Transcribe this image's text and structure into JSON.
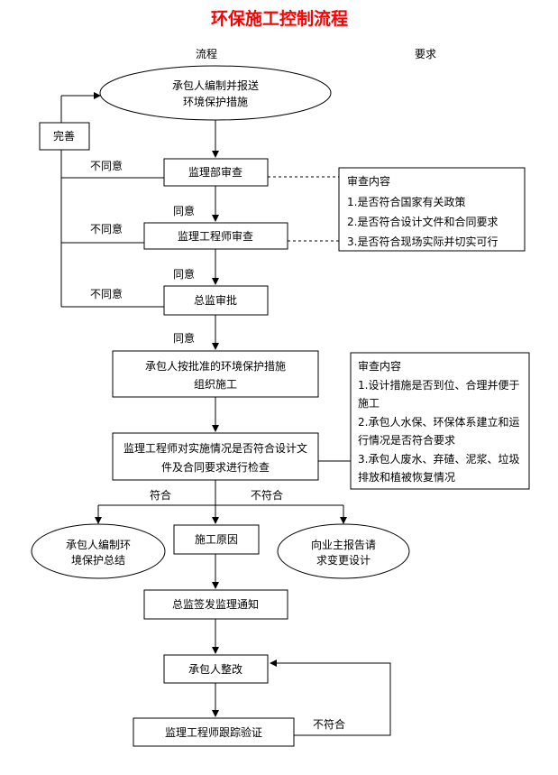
{
  "title": "环保施工控制流程",
  "headers": {
    "flow": "流程",
    "requirement": "要求"
  },
  "nodes": {
    "start_l1": "承包人编制并报送",
    "start_l2": "环境保护措施",
    "perfect": "完善",
    "dept_review": "监理部审查",
    "engineer_review": "监理工程师审查",
    "chief_approve": "总监审批",
    "implement_l1": "承包人按批准的环境保护措施",
    "implement_l2": "组织施工",
    "inspect_l1": "监理工程师对实施情况是否符合设计文",
    "inspect_l2": "件及合同要求进行检查",
    "summary_l1": "承包人编制环",
    "summary_l2": "境保护总结",
    "cause": "施工原因",
    "owner_l1": "向业主报告请",
    "owner_l2": "求变更设计",
    "notice": "总监签发监理通知",
    "rectify": "承包人整改",
    "verify": "监理工程师跟踪验证"
  },
  "edge_labels": {
    "disagree1": "不同意",
    "agree1": "同意",
    "disagree2": "不同意",
    "agree2": "同意",
    "disagree3": "不同意",
    "agree3": "同意",
    "conform": "符合",
    "nonconform1": "不符合",
    "nonconform2": "不符合"
  },
  "review_box1": {
    "title": "审查内容",
    "items": [
      "1.是否符合国家有关政策",
      "2.是否符合设计文件和合同要求",
      "3.是否符合现场实际并切实可行"
    ]
  },
  "review_box2": {
    "title": "审查内容",
    "lines": [
      "1.设计措施是否到位、合理并便于",
      "施工",
      "2.承包人水保、环保体系建立和运",
      "行情况是否符合要求",
      "3.承包人废水、弃碴、泥浆、垃圾",
      "排放和植被恢复情况"
    ]
  },
  "colors": {
    "title": "#ff0000",
    "stroke": "#000000"
  }
}
